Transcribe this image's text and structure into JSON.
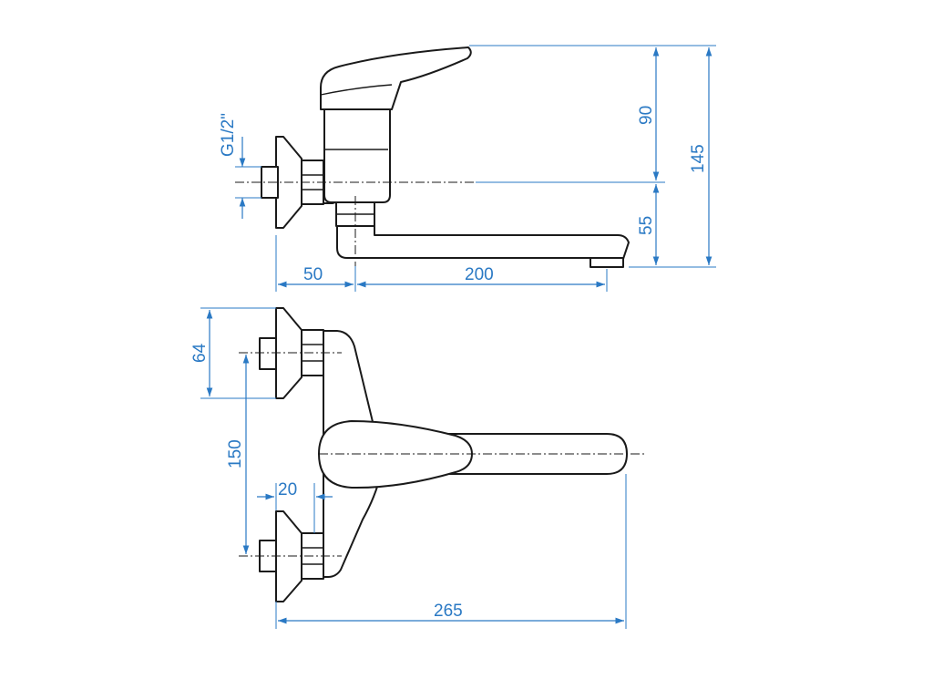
{
  "dimensions": {
    "pipe_thread": "G1/2\"",
    "height_lever_above_center": "90",
    "height_total": "145",
    "height_spout_below_center": "55",
    "offset_wall_to_spout": "50",
    "spout_reach": "200",
    "flange_diameter": "64",
    "inlet_spacing": "150",
    "eccentric_offset": "20",
    "total_length": "265"
  },
  "colors": {
    "dimension": "#2a79c4",
    "outline": "#1a1a1a",
    "background": "#ffffff"
  }
}
